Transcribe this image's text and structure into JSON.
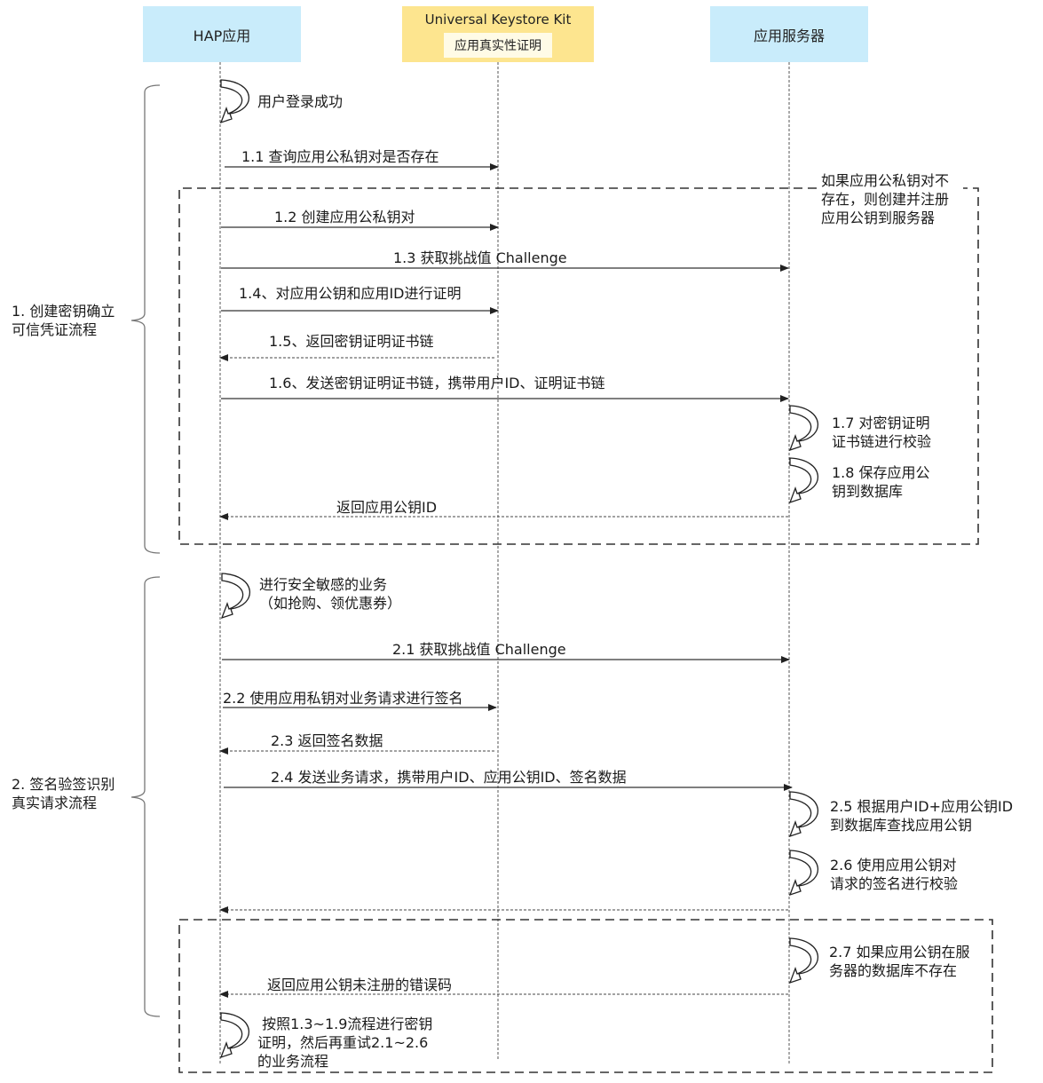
{
  "participants": [
    {
      "id": "hap",
      "label": "HAP应用"
    },
    {
      "id": "uks",
      "label": "Universal Keystore Kit",
      "sublabel": "应用真实性证明"
    },
    {
      "id": "server",
      "label": "应用服务器"
    }
  ],
  "groups": [
    {
      "label": "1. 创建密钥确立\n可信凭证流程"
    },
    {
      "label": "2. 签名验签识别\n真实请求流程"
    }
  ],
  "notes": {
    "opt1": "如果应用公私钥对不\n存在，则创建并注册\n应用公钥到服务器"
  },
  "self_messages": {
    "login": "用户登录成功",
    "m1_7": "1.7 对密钥证明\n证书链进行校验",
    "m1_8": "1.8 保存应用公\n钥到数据库",
    "business": "进行安全敏感的业务\n（如抢购、领优惠券）",
    "m2_5": "2.5 根据用户ID+应用公钥ID\n到数据库查找应用公钥",
    "m2_6": "2.6 使用应用公钥对\n请求的签名进行校验",
    "m2_7": "2.7 如果应用公钥在服\n务器的数据库不存在",
    "retry": " 按照1.3~1.9流程进行密钥\n证明，然后再重试2.1~2.6\n的业务流程"
  },
  "messages": {
    "m1_1": "1.1 查询应用公私钥对是否存在",
    "m1_2": "1.2 创建应用公私钥对",
    "m1_3": "1.3 获取挑战值 Challenge",
    "m1_4": "1.4、对应用公钥和应用ID进行证明",
    "m1_5": "1.5、返回密钥证明证书链",
    "m1_6": "1.6、发送密钥证明证书链，携带用户ID、证明证书链",
    "m1_9": "返回应用公钥ID",
    "m2_1": "2.1 获取挑战值 Challenge",
    "m2_2": "2.2 使用应用私钥对业务请求进行签名",
    "m2_3": "2.3 返回签名数据",
    "m2_4": "2.4 发送业务请求，携带用户ID、应用公钥ID、签名数据",
    "m2_err": "返回应用公钥未注册的错误码"
  },
  "colors": {
    "participant_blue": "#c9ecfb",
    "participant_yellow": "#fde58f",
    "participant_sub": "#fffbe6",
    "line": "#333333"
  }
}
